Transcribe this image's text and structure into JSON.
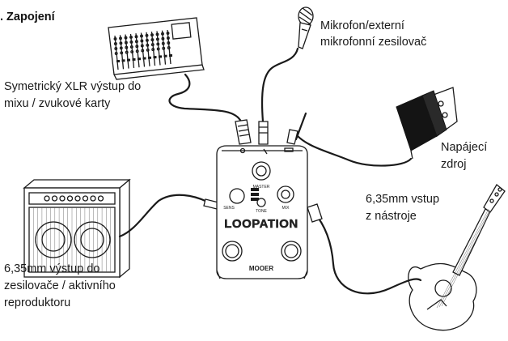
{
  "heading": ". Zapojení",
  "labels": {
    "microphone": [
      "Mikrofon/externí",
      "mikrofonní zesilovač"
    ],
    "xlr_out": [
      "Symetrický XLR výstup do",
      "mixu / zvukové karty"
    ],
    "power": [
      "Napájecí",
      "zdroj"
    ],
    "instrument_in": [
      "6,35mm vstup",
      "z nástroje"
    ],
    "amp_out": [
      "6,35mm výstup do",
      "zesilovače / aktivního",
      "reproduktoru"
    ]
  },
  "pedal": {
    "name": "LOOPATION",
    "brand": "MOOER",
    "master": "MASTER",
    "mix": "MIX",
    "tone": "TONE",
    "sens": "SENS"
  }
}
